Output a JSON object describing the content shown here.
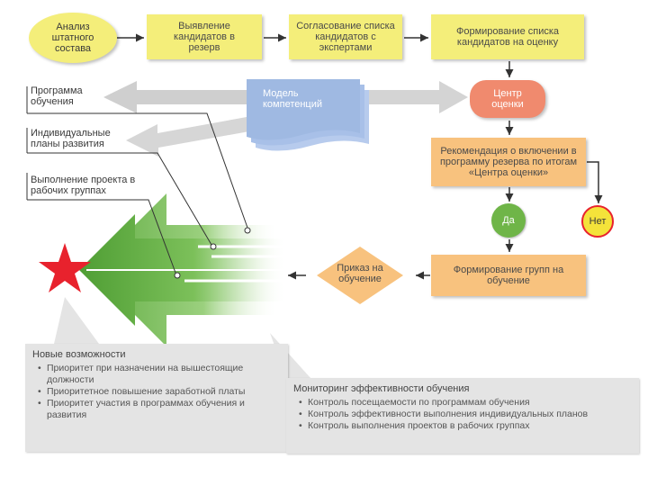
{
  "boxes": {
    "analysis": "Анализ штатного состава",
    "identify": "Выявление кандидатов в резерв",
    "agree": "Согласование списка кандидатов с экспертами",
    "form_list": "Формирование списка кандидатов на оценку",
    "center": "Центр оценки",
    "recommend": "Рекомендация о включении в программу резерва по итогам «Центра оценки»",
    "yes": "Да",
    "no": "Нет",
    "form_groups": "Формирование групп на обучение",
    "order": "Приказ на обучение",
    "model": "Модель компетенций"
  },
  "side_labels": {
    "training": "Программа обучения",
    "plans": "Индивидуальные планы развития",
    "projects": "Выполнение проекта в рабочих группах"
  },
  "opportunities": {
    "title": "Новые возможности",
    "items": [
      "Приоритет при назначении на вышестоящие должности",
      "Приоритетное повышение заработной платы",
      "Приоритет участия в программах обучения и развития"
    ]
  },
  "monitoring": {
    "title": "Мониторинг эффективности обучения",
    "items": [
      "Контроль посещаемости по программам обучения",
      "Контроль эффективности выполнения индивидуальных планов",
      "Контроль выполнения проектов в рабочих группах"
    ]
  },
  "colors": {
    "yellow": "#f4ee7a",
    "orange": "#f8c27e",
    "salmon": "#f08a6e",
    "green": "#6fb548",
    "red_star": "#e8222d",
    "blue": "#9fb9e2"
  }
}
